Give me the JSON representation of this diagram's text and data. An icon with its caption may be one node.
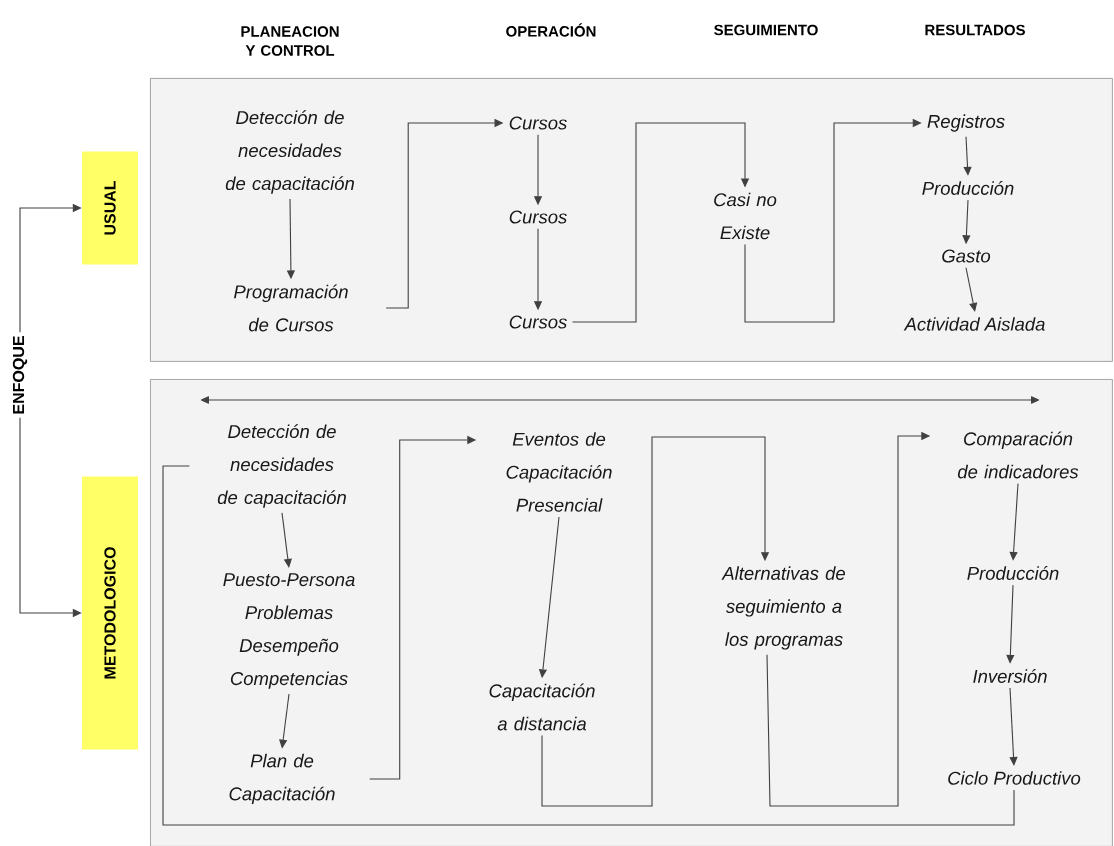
{
  "diagram": {
    "nodes": [
      {
        "text": [
          "ENFOQUE"
        ]
      },
      {
        "text": [
          "USUAL"
        ]
      },
      {
        "text": [
          "METODOLOGICO"
        ]
      },
      {
        "text": [],
        "shape": "box"
      },
      {
        "text": [
          "Detección de necesidades de capacitación"
        ],
        "in": 3
      },
      {
        "text": [
          "Programación de Cursos"
        ],
        "in": 3
      },
      {
        "text": [
          "Cursos"
        ],
        "in": 3
      },
      {
        "text": [
          "Cursos"
        ],
        "in": 3
      },
      {
        "text": [
          "Cursos"
        ],
        "in": 3
      },
      {
        "text": [
          "Casi no Existe"
        ],
        "in": 3
      },
      {
        "text": [
          "Registros"
        ],
        "in": 3
      },
      {
        "text": [
          "Producción"
        ],
        "in": 3
      },
      {
        "text": [
          "Gasto"
        ],
        "in": 3
      },
      {
        "text": [
          "Actividad Aislada"
        ],
        "in": 3
      },
      {
        "text": [],
        "shape": "box"
      },
      {
        "text": [
          "Detección de necesidades de capacitación"
        ],
        "in": 14
      },
      {
        "text": [
          "Puesto-Persona Problemas Desempeño Competencias"
        ],
        "in": 14
      },
      {
        "text": [
          "Plan de Capacitación"
        ],
        "in": 14
      },
      {
        "text": [
          "Eventos de Capacitación Presencial"
        ],
        "in": 14
      },
      {
        "text": [
          "Capacitación a distancia"
        ],
        "in": 14
      },
      {
        "text": [
          "Alternativas de seguimiento a los programas"
        ],
        "in": 14
      },
      {
        "text": [
          "Comparación de indicadores"
        ],
        "in": 14
      },
      {
        "text": [
          "Producción"
        ],
        "in": 14
      },
      {
        "text": [
          "Inversión"
        ],
        "in": 14
      },
      {
        "text": [
          "Ciclo Productivo"
        ],
        "in": 14
      }
    ],
    "edges": [
      {
        "from": 0,
        "to": 1,
        "arrow": "to"
      },
      {
        "from": 0,
        "to": 2,
        "arrow": "to"
      },
      {
        "from": 4,
        "to": 5,
        "arrow": "to"
      },
      {
        "from": 5,
        "to": 6,
        "arrow": "to"
      },
      {
        "from": 6,
        "to": 7,
        "arrow": "to"
      },
      {
        "from": 7,
        "to": 8,
        "arrow": "to"
      },
      {
        "from": 8,
        "to": 9,
        "arrow": "to"
      },
      {
        "from": 9,
        "to": 10,
        "arrow": "to"
      },
      {
        "from": 10,
        "to": 11,
        "arrow": "to"
      },
      {
        "from": 11,
        "to": 12,
        "arrow": "to"
      },
      {
        "from": 12,
        "to": 13,
        "arrow": "to"
      },
      {
        "from": 15,
        "to": 16,
        "arrow": "to"
      },
      {
        "from": 16,
        "to": 17,
        "arrow": "to"
      },
      {
        "from": 17,
        "to": 18,
        "arrow": "to"
      },
      {
        "from": 18,
        "to": 19,
        "arrow": "to"
      },
      {
        "from": 19,
        "to": 20,
        "arrow": "to"
      },
      {
        "from": 20,
        "to": 21,
        "arrow": "to"
      },
      {
        "from": 21,
        "to": 22,
        "arrow": "to"
      },
      {
        "from": 22,
        "to": 23,
        "arrow": "to"
      },
      {
        "from": 23,
        "to": 24,
        "arrow": "to"
      },
      {
        "from": 24,
        "to": 15,
        "arrow": "none"
      }
    ],
    "labels": [
      "PLANEACION Y CONTROL",
      "OPERACIÓN",
      "SEGUIMIENTO",
      "RESULTADOS"
    ]
  }
}
